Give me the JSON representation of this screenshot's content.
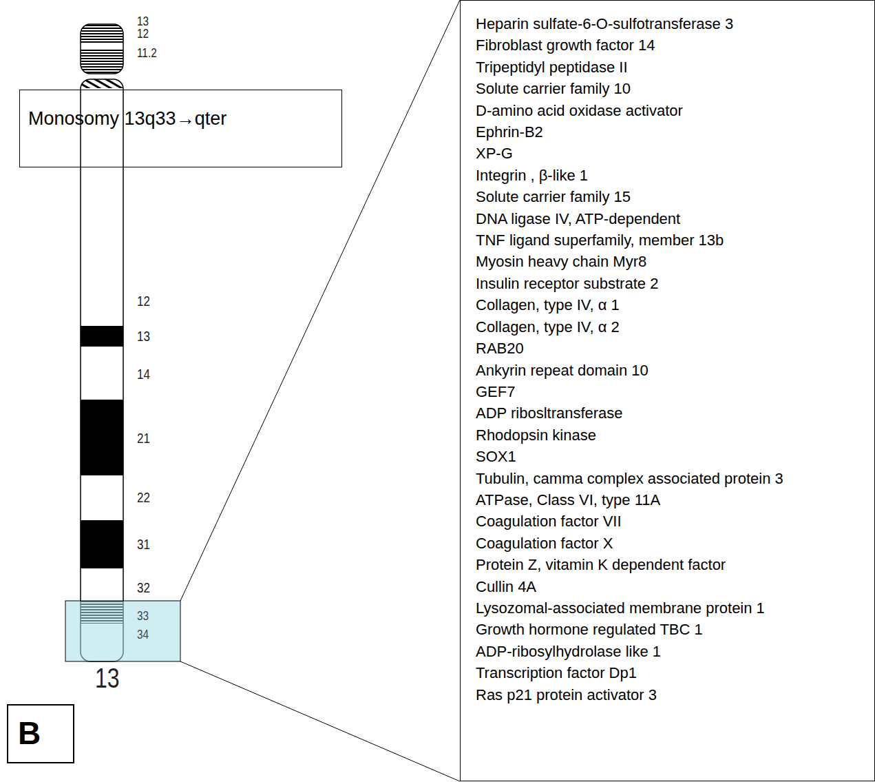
{
  "diagram": {
    "nodes": [
      {
        "text": [
          "Monosomy 13q33→qter"
        ]
      },
      {
        "text": [
          "Heparin sulfate-6-O-sulfotransferase 3",
          "Fibroblast growth factor 14",
          "Tripeptidyl peptidase II",
          "Solute carrier family 10",
          "D-amino acid oxidase activator",
          "Ephrin-B2",
          "XP-G",
          "Integrin , β-like 1",
          "Solute carrier family 15",
          "DNA ligase IV, ATP-dependent",
          "TNF ligand superfamily, member 13b",
          "Myosin heavy chain Myr8",
          "Insulin receptor substrate 2",
          "Collagen, type IV, α 1",
          "Collagen, type IV, α 2",
          "RAB20",
          "Ankyrin repeat domain 10",
          "GEF7",
          "ADP ribosltransferase",
          "Rhodopsin kinase",
          "SOX1",
          "Tubulin, camma complex associated protein 3",
          "ATPase, Class VI, type 11A",
          "Coagulation factor VII",
          "Coagulation factor X",
          "Protein Z, vitamin K dependent factor",
          "Cullin 4A",
          "Lysozomal-associated membrane protein 1",
          "Growth hormone regulated TBC 1",
          "ADP-ribosylhydrolase like 1",
          "Transcription factor Dp1",
          "Ras p21 protein activator 3"
        ]
      },
      {
        "text": [
          "B"
        ]
      }
    ],
    "labels": [
      "13",
      "12",
      "11.2",
      "12",
      "13",
      "14",
      "21",
      "22",
      "31",
      "32",
      "33",
      "34",
      "13"
    ]
  }
}
